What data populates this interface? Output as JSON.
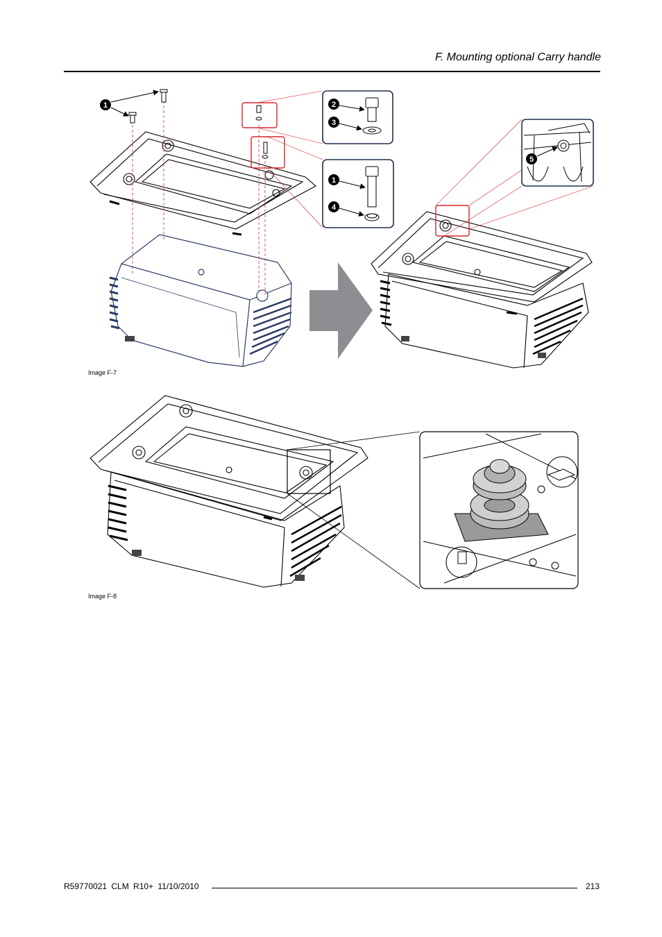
{
  "header": {
    "section_title": "F. Mounting optional Carry handle"
  },
  "figures": [
    {
      "caption": "Image F-7",
      "callouts": [
        "1",
        "2",
        "3",
        "1",
        "4",
        "5"
      ]
    },
    {
      "caption": "Image F-8"
    }
  ],
  "footer": {
    "doc_id": "R59770021  CLM R10+  11/10/2010",
    "page_number": "213"
  },
  "colors": {
    "highlight_red": "#d9252a",
    "panel_border": "#1f2f4a",
    "arrow_gray": "#8c8e91"
  }
}
